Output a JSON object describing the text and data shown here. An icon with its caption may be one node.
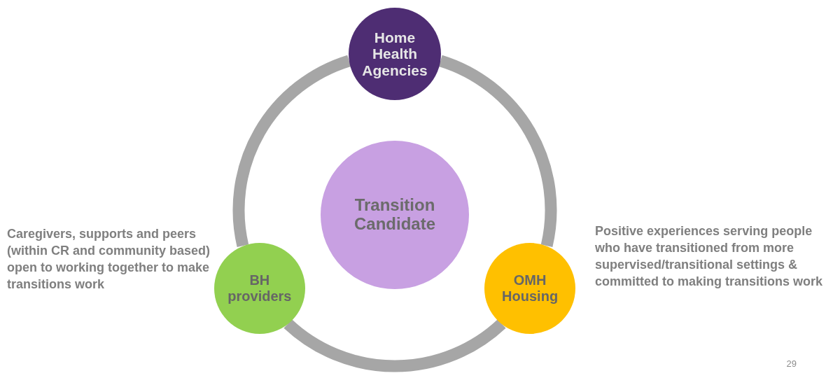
{
  "diagram": {
    "nodes": [
      {
        "text": [
          "Home Health Agencies"
        ]
      },
      {
        "text": [
          "Transition Candidate"
        ]
      },
      {
        "text": [
          "BH providers"
        ],
        "beside": [
          "Caregivers, supports and peers (within CR and community based) open to working together to make transitions work"
        ]
      },
      {
        "text": [
          "OMH Housing"
        ],
        "beside": [
          "Positive experiences serving people who have transitioned from more supervised/transitional settings & committed to making transitions work"
        ]
      }
    ],
    "edges": [
      {
        "from": 0,
        "to": 3,
        "arrow": "none"
      },
      {
        "from": 3,
        "to": 2,
        "arrow": "none"
      },
      {
        "from": 2,
        "to": 0,
        "arrow": "none"
      }
    ],
    "labels": [
      "29"
    ]
  }
}
